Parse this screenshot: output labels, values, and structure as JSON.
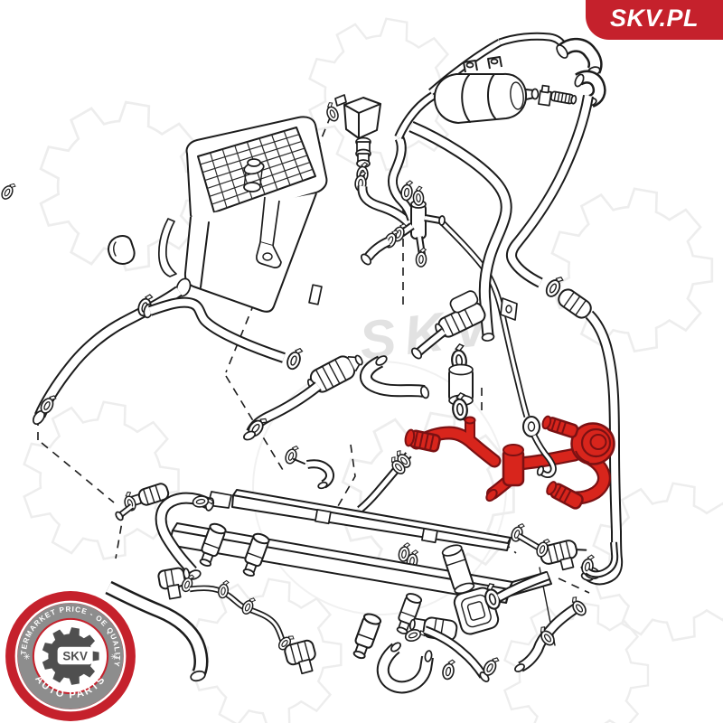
{
  "branding": {
    "banner": {
      "label": "SKV.PL",
      "bg": "#c5212c",
      "fg": "#ffffff"
    },
    "badge": {
      "arc_top": "AFTERMARKET PRICE - OE QUALITY",
      "arc_bottom": "AUTO PARTS",
      "center": "SKV",
      "star_left": "✳",
      "star_right": "✳",
      "red": "#c5212c",
      "band_gray": "#8d8d8d",
      "gear_gray": "#4f4f4f"
    },
    "watermark": {
      "text": "SKV",
      "color": "#e2e2e2"
    }
  },
  "diagram": {
    "description": "Exploded black line drawing of an engine EVAP / vacuum hose system: charcoal canister, purge solenoid valve, vacuum reservoir, hoses, clamps and fuel rail with injectors",
    "line_color": "#1c1c1c",
    "highlighted_part": {
      "name": "vacuum hose assembly with check valve (highlighted in red)",
      "fill": "#d8251c",
      "outline": "#7a1113"
    }
  }
}
